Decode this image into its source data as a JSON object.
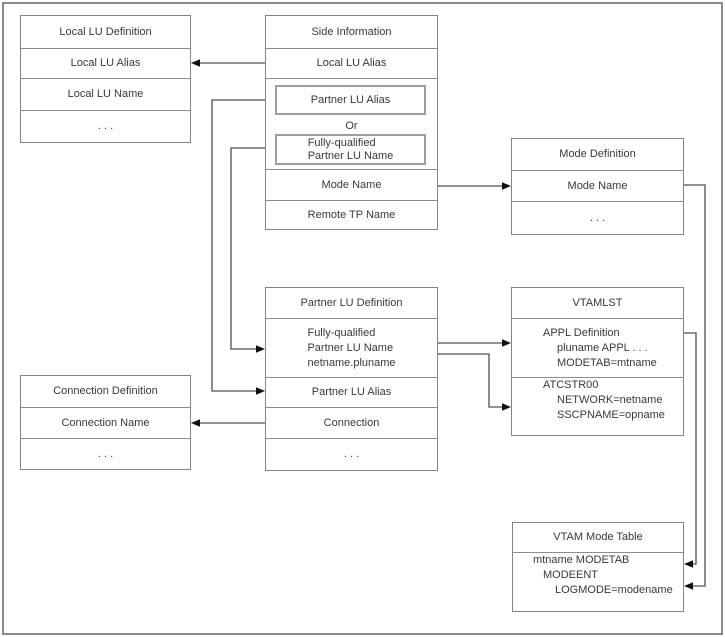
{
  "colors": {
    "background": "#ffffff",
    "box_border": "#848484",
    "inner_box_border": "#9e9e9e",
    "connector_line": "#4f4f4f",
    "arrowhead": "#101010",
    "text": "#38383d"
  },
  "boxes": {
    "local_lu_definition": {
      "title": "Local LU Definition",
      "rows": [
        "Local LU Alias",
        "Local LU Name",
        ". . ."
      ]
    },
    "side_information": {
      "title": "Side Information",
      "local_lu_alias": "Local LU Alias",
      "partner_lu_alias": "Partner LU Alias",
      "or_label": "Or",
      "fully_qualified_line1": "Fully-qualified",
      "fully_qualified_line2": "Partner LU Name",
      "mode_name": "Mode Name",
      "remote_tp_name": "Remote TP Name"
    },
    "mode_definition": {
      "title": "Mode Definition",
      "mode_name": "Mode Name",
      "ellipsis": ". . ."
    },
    "partner_lu_definition": {
      "title": "Partner LU Definition",
      "fq_line1": "Fully-qualified",
      "fq_line2": "Partner LU Name",
      "fq_line3": "netname.pluname",
      "partner_lu_alias": "Partner LU Alias",
      "connection": "Connection",
      "ellipsis": ". . ."
    },
    "vtamlst": {
      "title": "VTAMLST",
      "appl_line1": "APPL Definition",
      "appl_line2": "pluname APPL . . .",
      "appl_line3": "MODETAB=mtname",
      "atcstr_line1": "ATCSTR00",
      "atcstr_line2": "NETWORK=netname",
      "atcstr_line3": "SSCPNAME=opname"
    },
    "connection_definition": {
      "title": "Connection Definition",
      "connection_name": "Connection Name",
      "ellipsis": ". . ."
    },
    "vtam_mode_table": {
      "title": "VTAM Mode Table",
      "line1": "mtname MODETAB",
      "line2": "MODEENT",
      "line3": "LOGMODE=modename"
    }
  }
}
